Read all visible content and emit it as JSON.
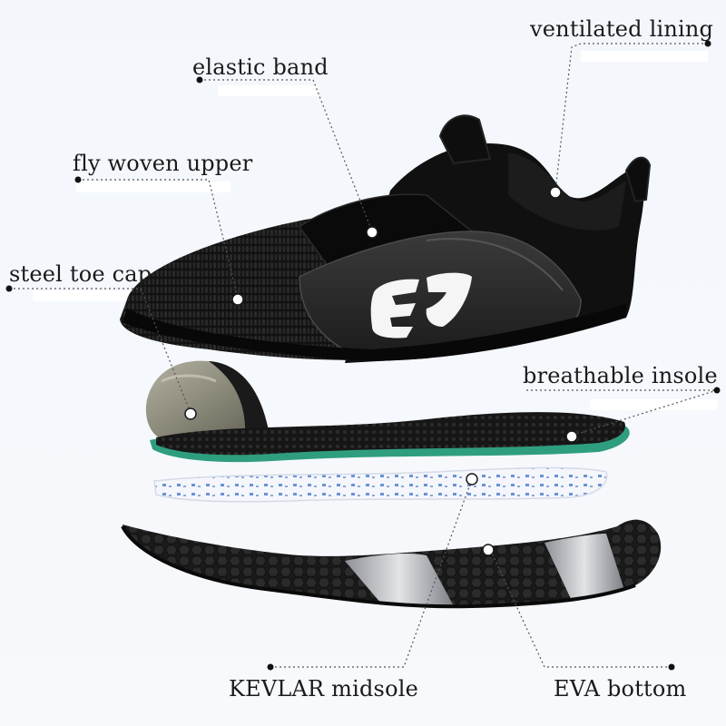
{
  "callouts": {
    "ventilated_lining": "ventilated lining",
    "elastic_band": "elastic band",
    "fly_woven_upper": "fly woven upper",
    "steel_toe_cap": "steel toe cap",
    "breathable_insole": "breathable insole",
    "kevlar_midsole": "KEVLAR midsole",
    "eva_bottom": "EVA bottom"
  },
  "colors": {
    "background": "#f3f7fc",
    "shoe_black": "#111111",
    "insole_green": "#2f9e7e",
    "midsole_blue": "#2f6ac4",
    "sole_silver": "#b9bcc0",
    "toe_cap": "#8a8878"
  }
}
